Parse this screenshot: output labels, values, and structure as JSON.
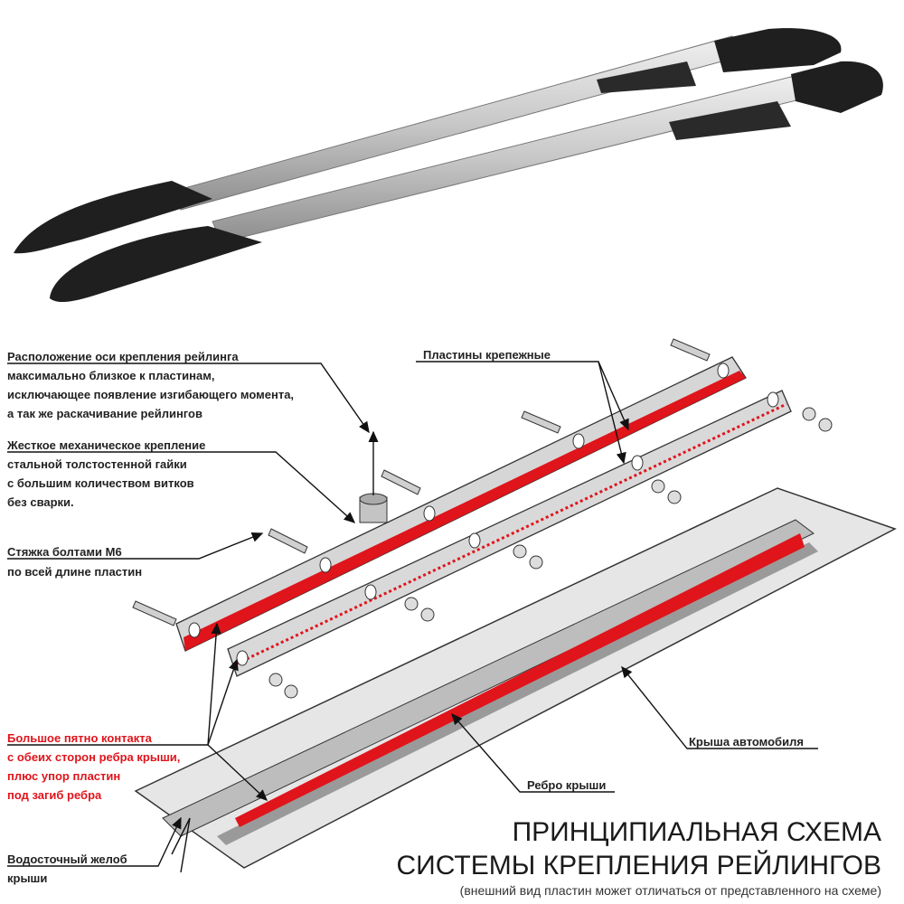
{
  "labels": {
    "axis_position": [
      "Расположение оси крепления рейлинга",
      "максимально близкое к пластинам,",
      "исключающее появление изгибающего момента,",
      "а так же раскачивание рейлингов"
    ],
    "rigid_mount": [
      "Жесткое механическое крепление",
      "стальной толстостенной гайки",
      "с большим количеством витков",
      "без сварки."
    ],
    "bolts": [
      "Стяжка болтами М6",
      "по всей длине пластин"
    ],
    "plates": "Пластины крепежные",
    "contact": [
      "Большое пятно контакта",
      "с обеих сторон ребра крыши,",
      "плюс упор пластин",
      "под загиб ребра"
    ],
    "gutter": [
      "Водосточный желоб",
      "крыши"
    ],
    "roof": "Крыша автомобиля",
    "rib": "Ребро крыши"
  },
  "title": {
    "line1": "ПРИНЦИПИАЛЬНАЯ СХЕМА",
    "line2": "СИСТЕМЫ КРЕПЛЕНИЯ РЕЙЛИНГОВ",
    "note": "(внешний вид пластин может отличаться от представленного на схеме)"
  },
  "colors": {
    "accent": "#e0141b",
    "rail": "#c9c9c9",
    "cap": "#1e1e1e"
  }
}
